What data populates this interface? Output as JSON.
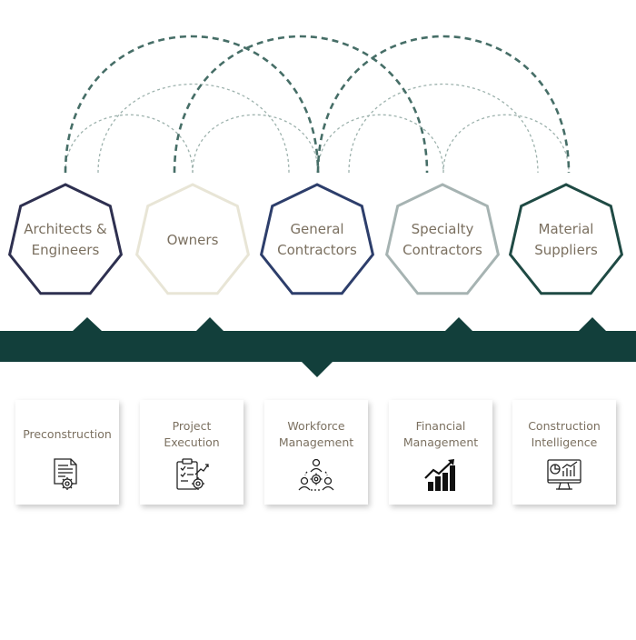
{
  "stakeholders": [
    {
      "label": "Architects &\nEngineers",
      "color": "#2e3050"
    },
    {
      "label": "Owners",
      "color": "#e8e5d6"
    },
    {
      "label": "General\nContractors",
      "color": "#2d3e6b"
    },
    {
      "label": "Specialty\nContractors",
      "color": "#a6b3b2"
    },
    {
      "label": "Material\nSuppliers",
      "color": "#1f4a44"
    }
  ],
  "modules": [
    {
      "label": "Preconstruction",
      "icon": "document-gear-icon"
    },
    {
      "label": "Project\nExecution",
      "icon": "clipboard-gear-icon"
    },
    {
      "label": "Workforce\nManagement",
      "icon": "team-gear-icon"
    },
    {
      "label": "Financial\nManagement",
      "icon": "growth-chart-icon"
    },
    {
      "label": "Construction\nIntelligence",
      "icon": "analytics-monitor-icon"
    }
  ],
  "colors": {
    "band": "#123f3b",
    "arc_dark": "#466e67",
    "arc_light": "#9db2ad",
    "text": "#7b7060",
    "icon": "#222222"
  }
}
